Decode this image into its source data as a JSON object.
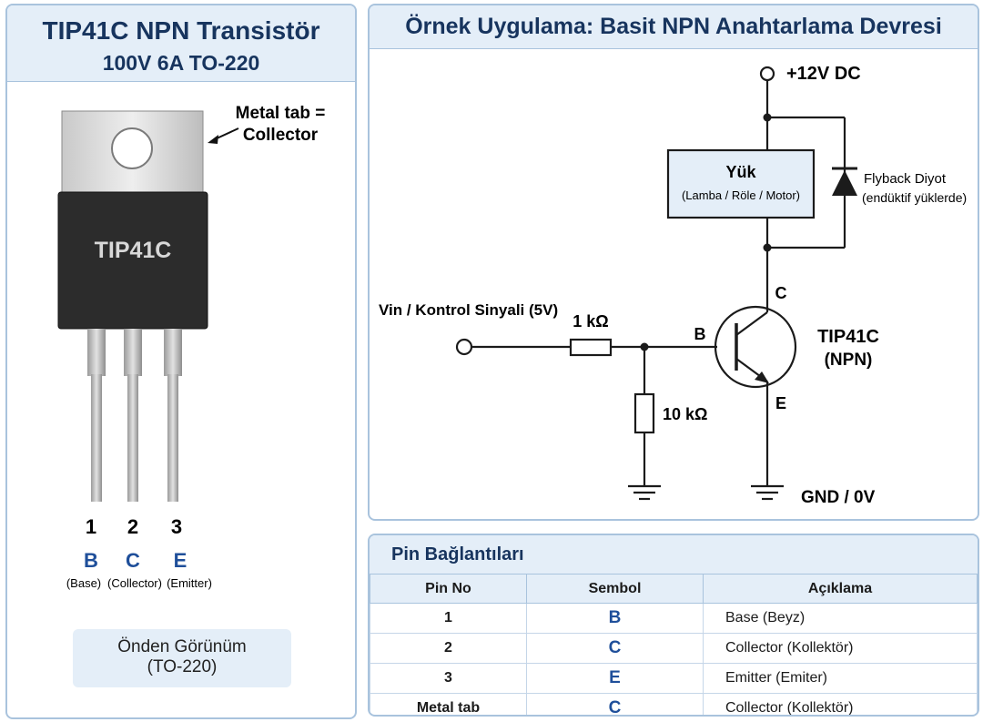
{
  "left_panel": {
    "title": "TIP41C NPN Transistör",
    "subtitle": "100V  6A  TO-220",
    "body_marking": "TIP41C",
    "tab_label_1": "Metal tab =",
    "tab_label_2": "Collector",
    "pins": [
      {
        "number": "1",
        "symbol": "B",
        "name": "(Base)"
      },
      {
        "number": "2",
        "symbol": "C",
        "name": "(Collector)"
      },
      {
        "number": "3",
        "symbol": "E",
        "name": "(Emitter)"
      }
    ],
    "front_view_1": "Önden Görünüm",
    "front_view_2": "(TO-220)"
  },
  "circuit_panel": {
    "title": "Örnek Uygulama: Basit NPN Anahtarlama Devresi",
    "supply": "+12V DC",
    "load_title": "Yük",
    "load_sub": "(Lamba / Röle / Motor)",
    "diode_1": "Flyback Diyot",
    "diode_2": "(endüktif yüklerde)",
    "input": "Vin / Kontrol Sinyali (5V)",
    "r1": "1 kΩ",
    "r2": "10 kΩ",
    "b": "B",
    "c": "C",
    "e": "E",
    "transistor_1": "TIP41C",
    "transistor_2": "(NPN)",
    "gnd": "GND / 0V"
  },
  "pin_table": {
    "title": "Pin Bağlantıları",
    "headers": [
      "Pin No",
      "Sembol",
      "Açıklama"
    ],
    "rows": [
      [
        "1",
        "B",
        "Base (Beyz)"
      ],
      [
        "2",
        "C",
        "Collector  (Kollektör)"
      ],
      [
        "3",
        "E",
        "Emitter (Emiter)"
      ],
      [
        "Metal tab",
        "C",
        "Collector  (Kollektör)"
      ]
    ]
  },
  "colors": {
    "accent": "#17345e",
    "symbol_blue": "#1f4f9a",
    "border": "#a9c3dd",
    "header_bg": "#e4eef8"
  }
}
